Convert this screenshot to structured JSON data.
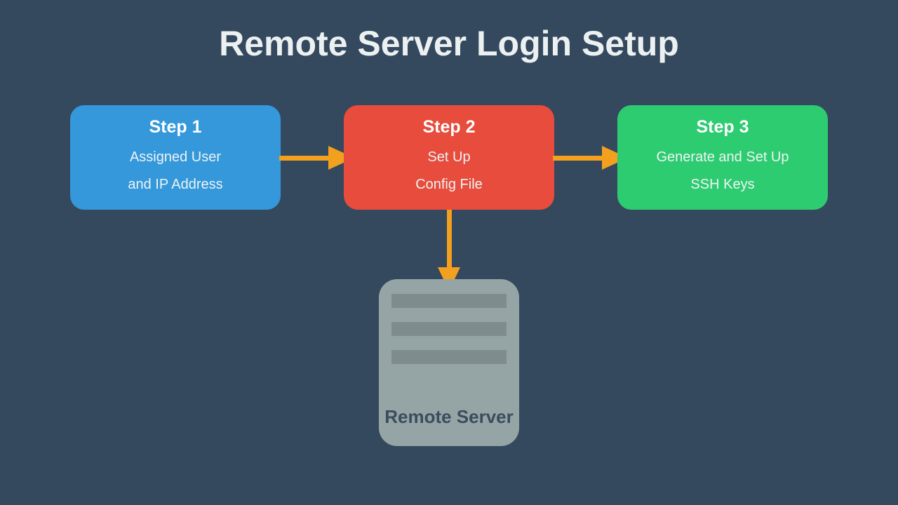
{
  "title": "Remote Server Login Setup",
  "steps": [
    {
      "name": "Step 1",
      "line1": "Assigned User",
      "line2": "and IP Address",
      "color": "#3498db"
    },
    {
      "name": "Step 2",
      "line1": "Set Up",
      "line2": "Config File",
      "color": "#e74c3c"
    },
    {
      "name": "Step 3",
      "line1": "Generate and Set Up",
      "line2": "SSH Keys",
      "color": "#2ecc71"
    }
  ],
  "arrows": [
    {
      "from": "Step 1",
      "to": "Step 2",
      "direction": "right"
    },
    {
      "from": "Step 2",
      "to": "Step 3",
      "direction": "right"
    },
    {
      "from": "Step 2",
      "to": "Remote Server",
      "direction": "down"
    }
  ],
  "server": {
    "label": "Remote Server",
    "slat_count": 3
  },
  "colors": {
    "background": "#34495e",
    "arrow": "#f2a01d",
    "title_text": "#ecf0f1",
    "step_text": "#ffffff",
    "step_subtext": "#eef3f5",
    "server_body": "#95a5a6",
    "server_slat": "#7f8c8d",
    "server_label": "#3b4d5e"
  }
}
